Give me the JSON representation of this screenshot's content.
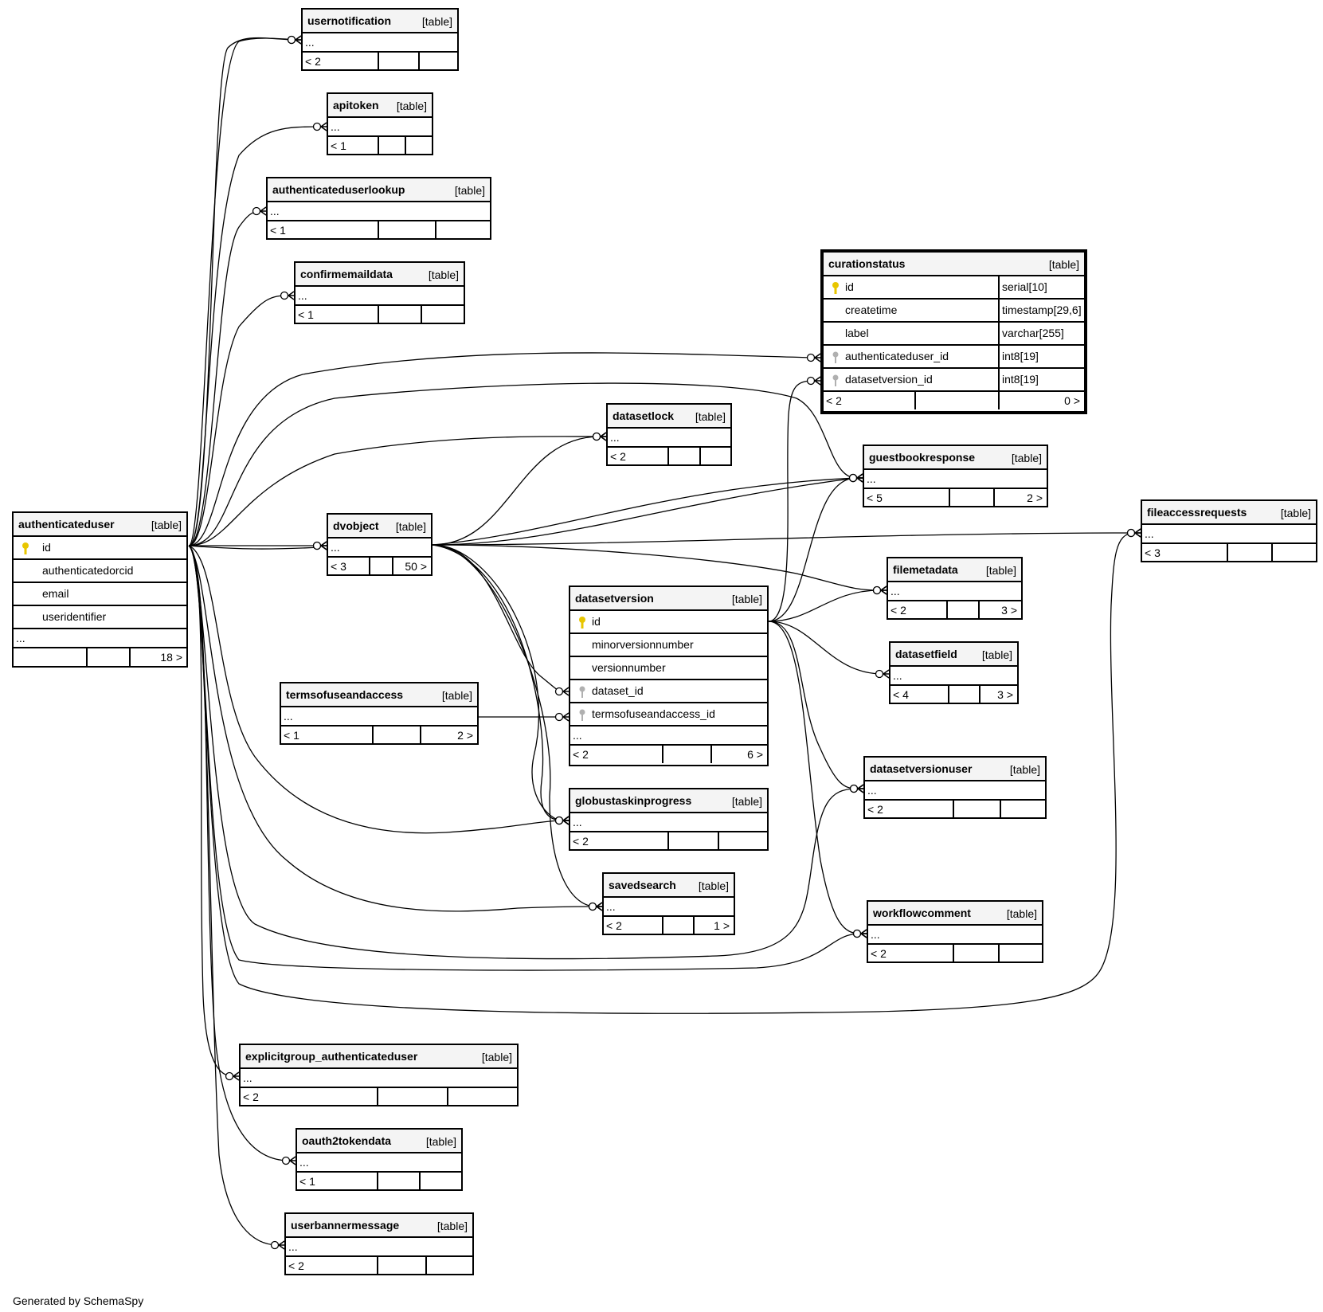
{
  "generated_by": "Generated by SchemaSpy",
  "type_label": "[table]",
  "ellipsis": "...",
  "tables": {
    "usernotification": {
      "name": "usernotification",
      "left": "< 2",
      "right": ""
    },
    "apitoken": {
      "name": "apitoken",
      "left": "< 1",
      "right": ""
    },
    "authenticateduserlookup": {
      "name": "authenticateduserlookup",
      "left": "< 1",
      "right": ""
    },
    "confirmemaildata": {
      "name": "confirmemaildata",
      "left": "< 1",
      "right": ""
    },
    "curationstatus": {
      "name": "curationstatus",
      "left": "< 2",
      "right": "0 >",
      "columns": [
        {
          "name": "id",
          "type": "serial[10]",
          "key": "primary"
        },
        {
          "name": "createtime",
          "type": "timestamp[29,6]",
          "key": ""
        },
        {
          "name": "label",
          "type": "varchar[255]",
          "key": ""
        },
        {
          "name": "authenticateduser_id",
          "type": "int8[19]",
          "key": "foreign"
        },
        {
          "name": "datasetversion_id",
          "type": "int8[19]",
          "key": "foreign"
        }
      ]
    },
    "datasetlock": {
      "name": "datasetlock",
      "left": "< 2",
      "right": ""
    },
    "guestbookresponse": {
      "name": "guestbookresponse",
      "left": "< 5",
      "right": "2 >"
    },
    "fileaccessrequests": {
      "name": "fileaccessrequests",
      "left": "< 3",
      "right": ""
    },
    "authenticateduser": {
      "name": "authenticateduser",
      "left": "",
      "right": "18 >",
      "columns": [
        {
          "name": "id",
          "key": "primary"
        },
        {
          "name": "authenticatedorcid",
          "key": ""
        },
        {
          "name": "email",
          "key": ""
        },
        {
          "name": "useridentifier",
          "key": ""
        }
      ]
    },
    "dvobject": {
      "name": "dvobject",
      "left": "< 3",
      "right": "50 >"
    },
    "filemetadata": {
      "name": "filemetadata",
      "left": "< 2",
      "right": "3 >"
    },
    "datasetversion": {
      "name": "datasetversion",
      "left": "< 2",
      "right": "6 >",
      "columns": [
        {
          "name": "id",
          "key": "primary"
        },
        {
          "name": "minorversionnumber",
          "key": ""
        },
        {
          "name": "versionnumber",
          "key": ""
        },
        {
          "name": "dataset_id",
          "key": "foreign"
        },
        {
          "name": "termsofuseandaccess_id",
          "key": "foreign"
        }
      ]
    },
    "datasetfield": {
      "name": "datasetfield",
      "left": "< 4",
      "right": "3 >"
    },
    "termsofuseandaccess": {
      "name": "termsofuseandaccess",
      "left": "< 1",
      "right": "2 >"
    },
    "datasetversionuser": {
      "name": "datasetversionuser",
      "left": "< 2",
      "right": ""
    },
    "globustaskinprogress": {
      "name": "globustaskinprogress",
      "left": "< 2",
      "right": ""
    },
    "savedsearch": {
      "name": "savedsearch",
      "left": "< 2",
      "right": "1 >"
    },
    "workflowcomment": {
      "name": "workflowcomment",
      "left": "< 2",
      "right": ""
    },
    "explicitgroup_authenticateduser": {
      "name": "explicitgroup_authenticateduser",
      "left": "< 2",
      "right": ""
    },
    "oauth2tokendata": {
      "name": "oauth2tokendata",
      "left": "< 1",
      "right": ""
    },
    "userbannermessage": {
      "name": "userbannermessage",
      "left": "< 2",
      "right": ""
    }
  },
  "colors": {
    "primary_key": "#e8c600",
    "foreign_key": "#b0b0b0",
    "header_bg": "#f4f4f4"
  }
}
